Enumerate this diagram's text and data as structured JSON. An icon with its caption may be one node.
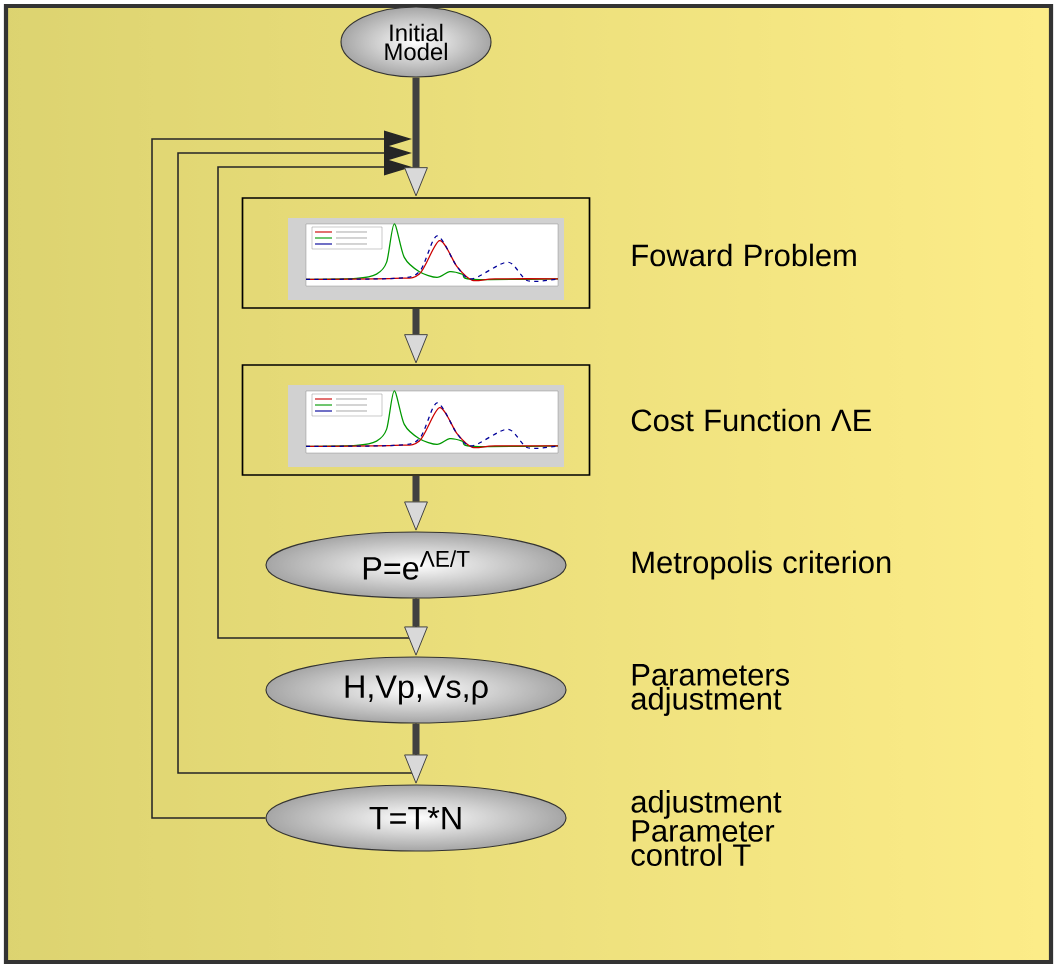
{
  "diagram": {
    "nodes": [
      {
        "text": [
          "Initial Model"
        ]
      },
      {
        "text": [],
        "shape": "box",
        "beside": [
          "Foward Problem"
        ]
      },
      {
        "text": [],
        "shape": "box",
        "beside": [
          "Cost Function ΛE"
        ]
      },
      {
        "text": [
          "P=e$^{ΛE/T}$"
        ],
        "beside": [
          "Metropolis criterion"
        ]
      },
      {
        "text": [
          "H,Vp,Vs,ρ"
        ],
        "beside": [
          "Parameters adjustment"
        ]
      },
      {
        "text": [
          "T=T*N"
        ],
        "beside": [
          "adjustment Parameter control T"
        ]
      }
    ],
    "edges": [
      {
        "from": 3,
        "to": 1,
        "arrow": "to"
      },
      {
        "from": 4,
        "to": 1,
        "arrow": "to"
      },
      {
        "from": 5,
        "to": 1,
        "arrow": "to"
      },
      {
        "from": 0,
        "to": 1,
        "arrow": "to"
      },
      {
        "from": 1,
        "to": 2,
        "arrow": "to"
      },
      {
        "from": 2,
        "to": 3,
        "arrow": "to"
      },
      {
        "from": 3,
        "to": 4,
        "arrow": "to"
      },
      {
        "from": 4,
        "to": 5,
        "arrow": "to"
      }
    ]
  }
}
